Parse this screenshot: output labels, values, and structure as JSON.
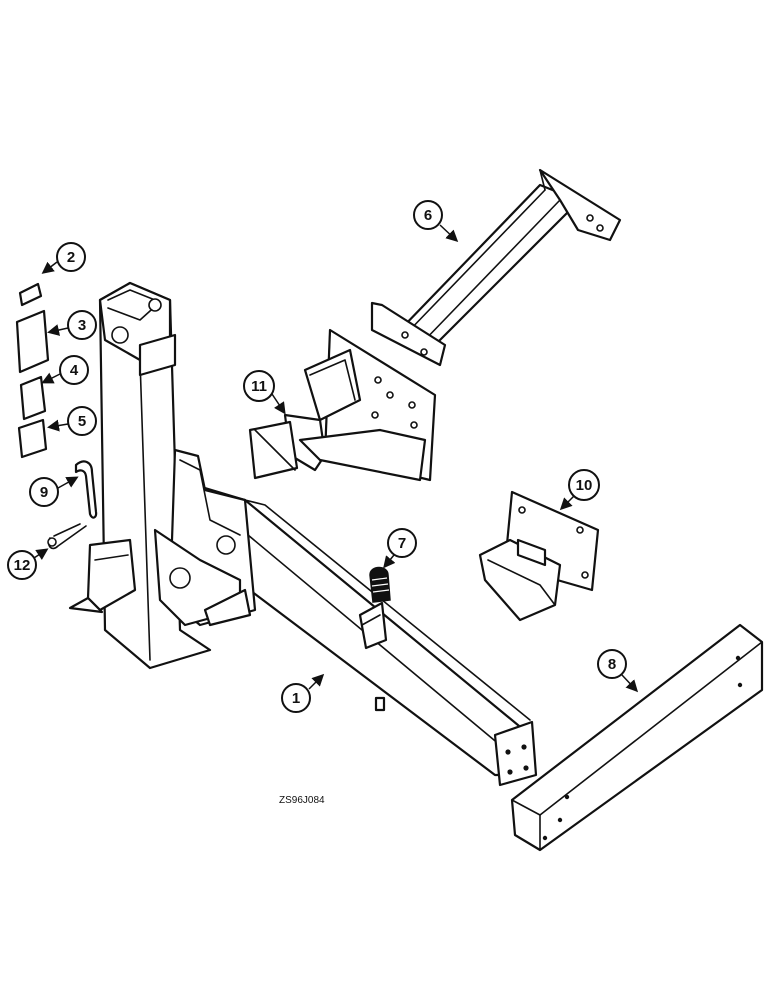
{
  "diagram": {
    "drawing_code": "ZS96J084",
    "callouts": [
      {
        "id": "1",
        "label": "1"
      },
      {
        "id": "2",
        "label": "2"
      },
      {
        "id": "3",
        "label": "3"
      },
      {
        "id": "4",
        "label": "4"
      },
      {
        "id": "5",
        "label": "5"
      },
      {
        "id": "6",
        "label": "6"
      },
      {
        "id": "7",
        "label": "7"
      },
      {
        "id": "8",
        "label": "8"
      },
      {
        "id": "9",
        "label": "9"
      },
      {
        "id": "10",
        "label": "10"
      },
      {
        "id": "11",
        "label": "11"
      },
      {
        "id": "12",
        "label": "12"
      }
    ]
  }
}
